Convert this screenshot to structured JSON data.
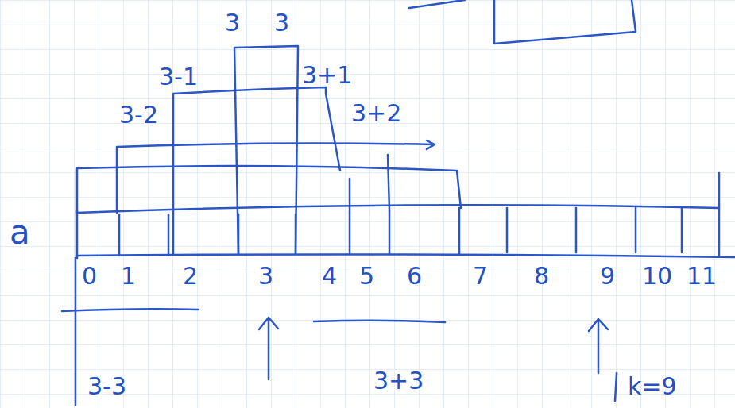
{
  "diagram": {
    "labels": [
      "3",
      "3",
      "3-1",
      "3+1",
      "3-2",
      "3+2",
      "a",
      "0",
      "1",
      "2",
      "3",
      "4",
      "5",
      "6",
      "7",
      "8",
      "9",
      "10",
      "11",
      "3-3",
      "3+3",
      "k=9"
    ]
  }
}
